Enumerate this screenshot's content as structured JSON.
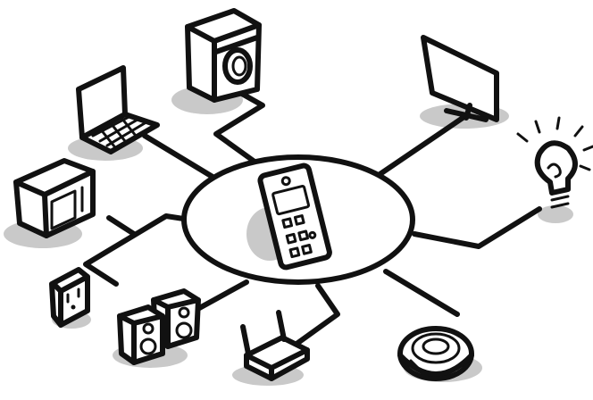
{
  "diagram": {
    "center": {
      "name": "smart-home-hub",
      "device": "mobile-phone-remote"
    },
    "devices": [
      {
        "id": "washing-machine",
        "icon": "washing-machine-icon"
      },
      {
        "id": "laptop",
        "icon": "laptop-icon"
      },
      {
        "id": "microwave",
        "icon": "microwave-icon"
      },
      {
        "id": "power-outlet",
        "icon": "power-outlet-icon"
      },
      {
        "id": "speakers",
        "icon": "speakers-icon"
      },
      {
        "id": "wifi-router",
        "icon": "wifi-router-icon"
      },
      {
        "id": "robot-vacuum",
        "icon": "robot-vacuum-icon"
      },
      {
        "id": "light-bulb",
        "icon": "light-bulb-icon"
      },
      {
        "id": "monitor",
        "icon": "monitor-icon"
      }
    ],
    "colors": {
      "ink": "#111111",
      "shadow": "#c9c9c9",
      "background": "#ffffff"
    }
  }
}
